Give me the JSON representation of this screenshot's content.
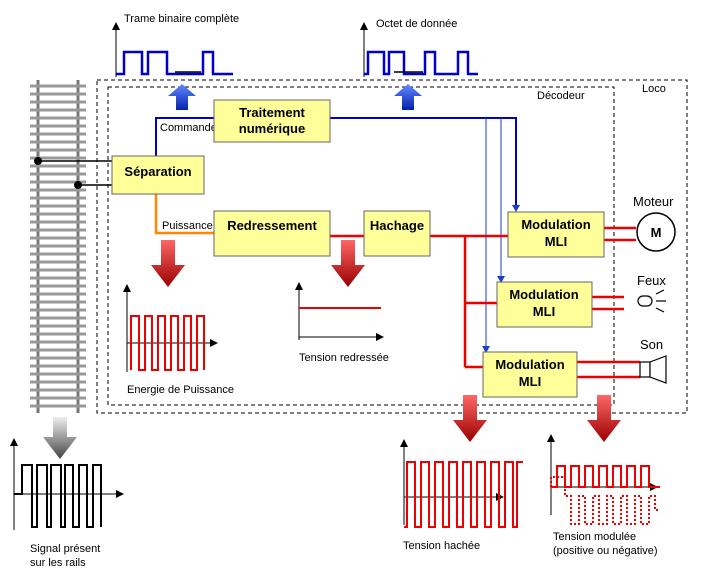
{
  "labels": {
    "trame": "Trame binaire complète",
    "octet": "Octet de donnée",
    "decodeur": "Décodeur",
    "loco": "Loco",
    "commande": "Commande",
    "puissance": "Puissance",
    "moteur": "Moteur",
    "moteur_symbol": "M",
    "feux": "Feux",
    "son": "Son",
    "energie": "Energie de Puissance",
    "tension_redressee": "Tension redressée",
    "tension_hachee": "Tension hachée",
    "tension_modulee_1": "Tension modulée",
    "tension_modulee_2": "(positive ou négative)",
    "signal_1": "Signal présent",
    "signal_2": "sur les rails"
  },
  "boxes": {
    "traitement_1": "Traitement",
    "traitement_2": "numérique",
    "separation": "Séparation",
    "redressement": "Redressement",
    "hachage": "Hachage",
    "modulation_1_l1": "Modulation",
    "modulation_1_l2": "MLI",
    "modulation_2_l1": "Modulation",
    "modulation_2_l2": "MLI",
    "modulation_3_l1": "Modulation",
    "modulation_3_l2": "MLI"
  },
  "colors": {
    "box_fill": "#ffff99",
    "command_line": "#0000cc",
    "power_line": "#ee0000",
    "arrow_red": "#cc0000",
    "arrow_blue": "#1a3ecc"
  }
}
